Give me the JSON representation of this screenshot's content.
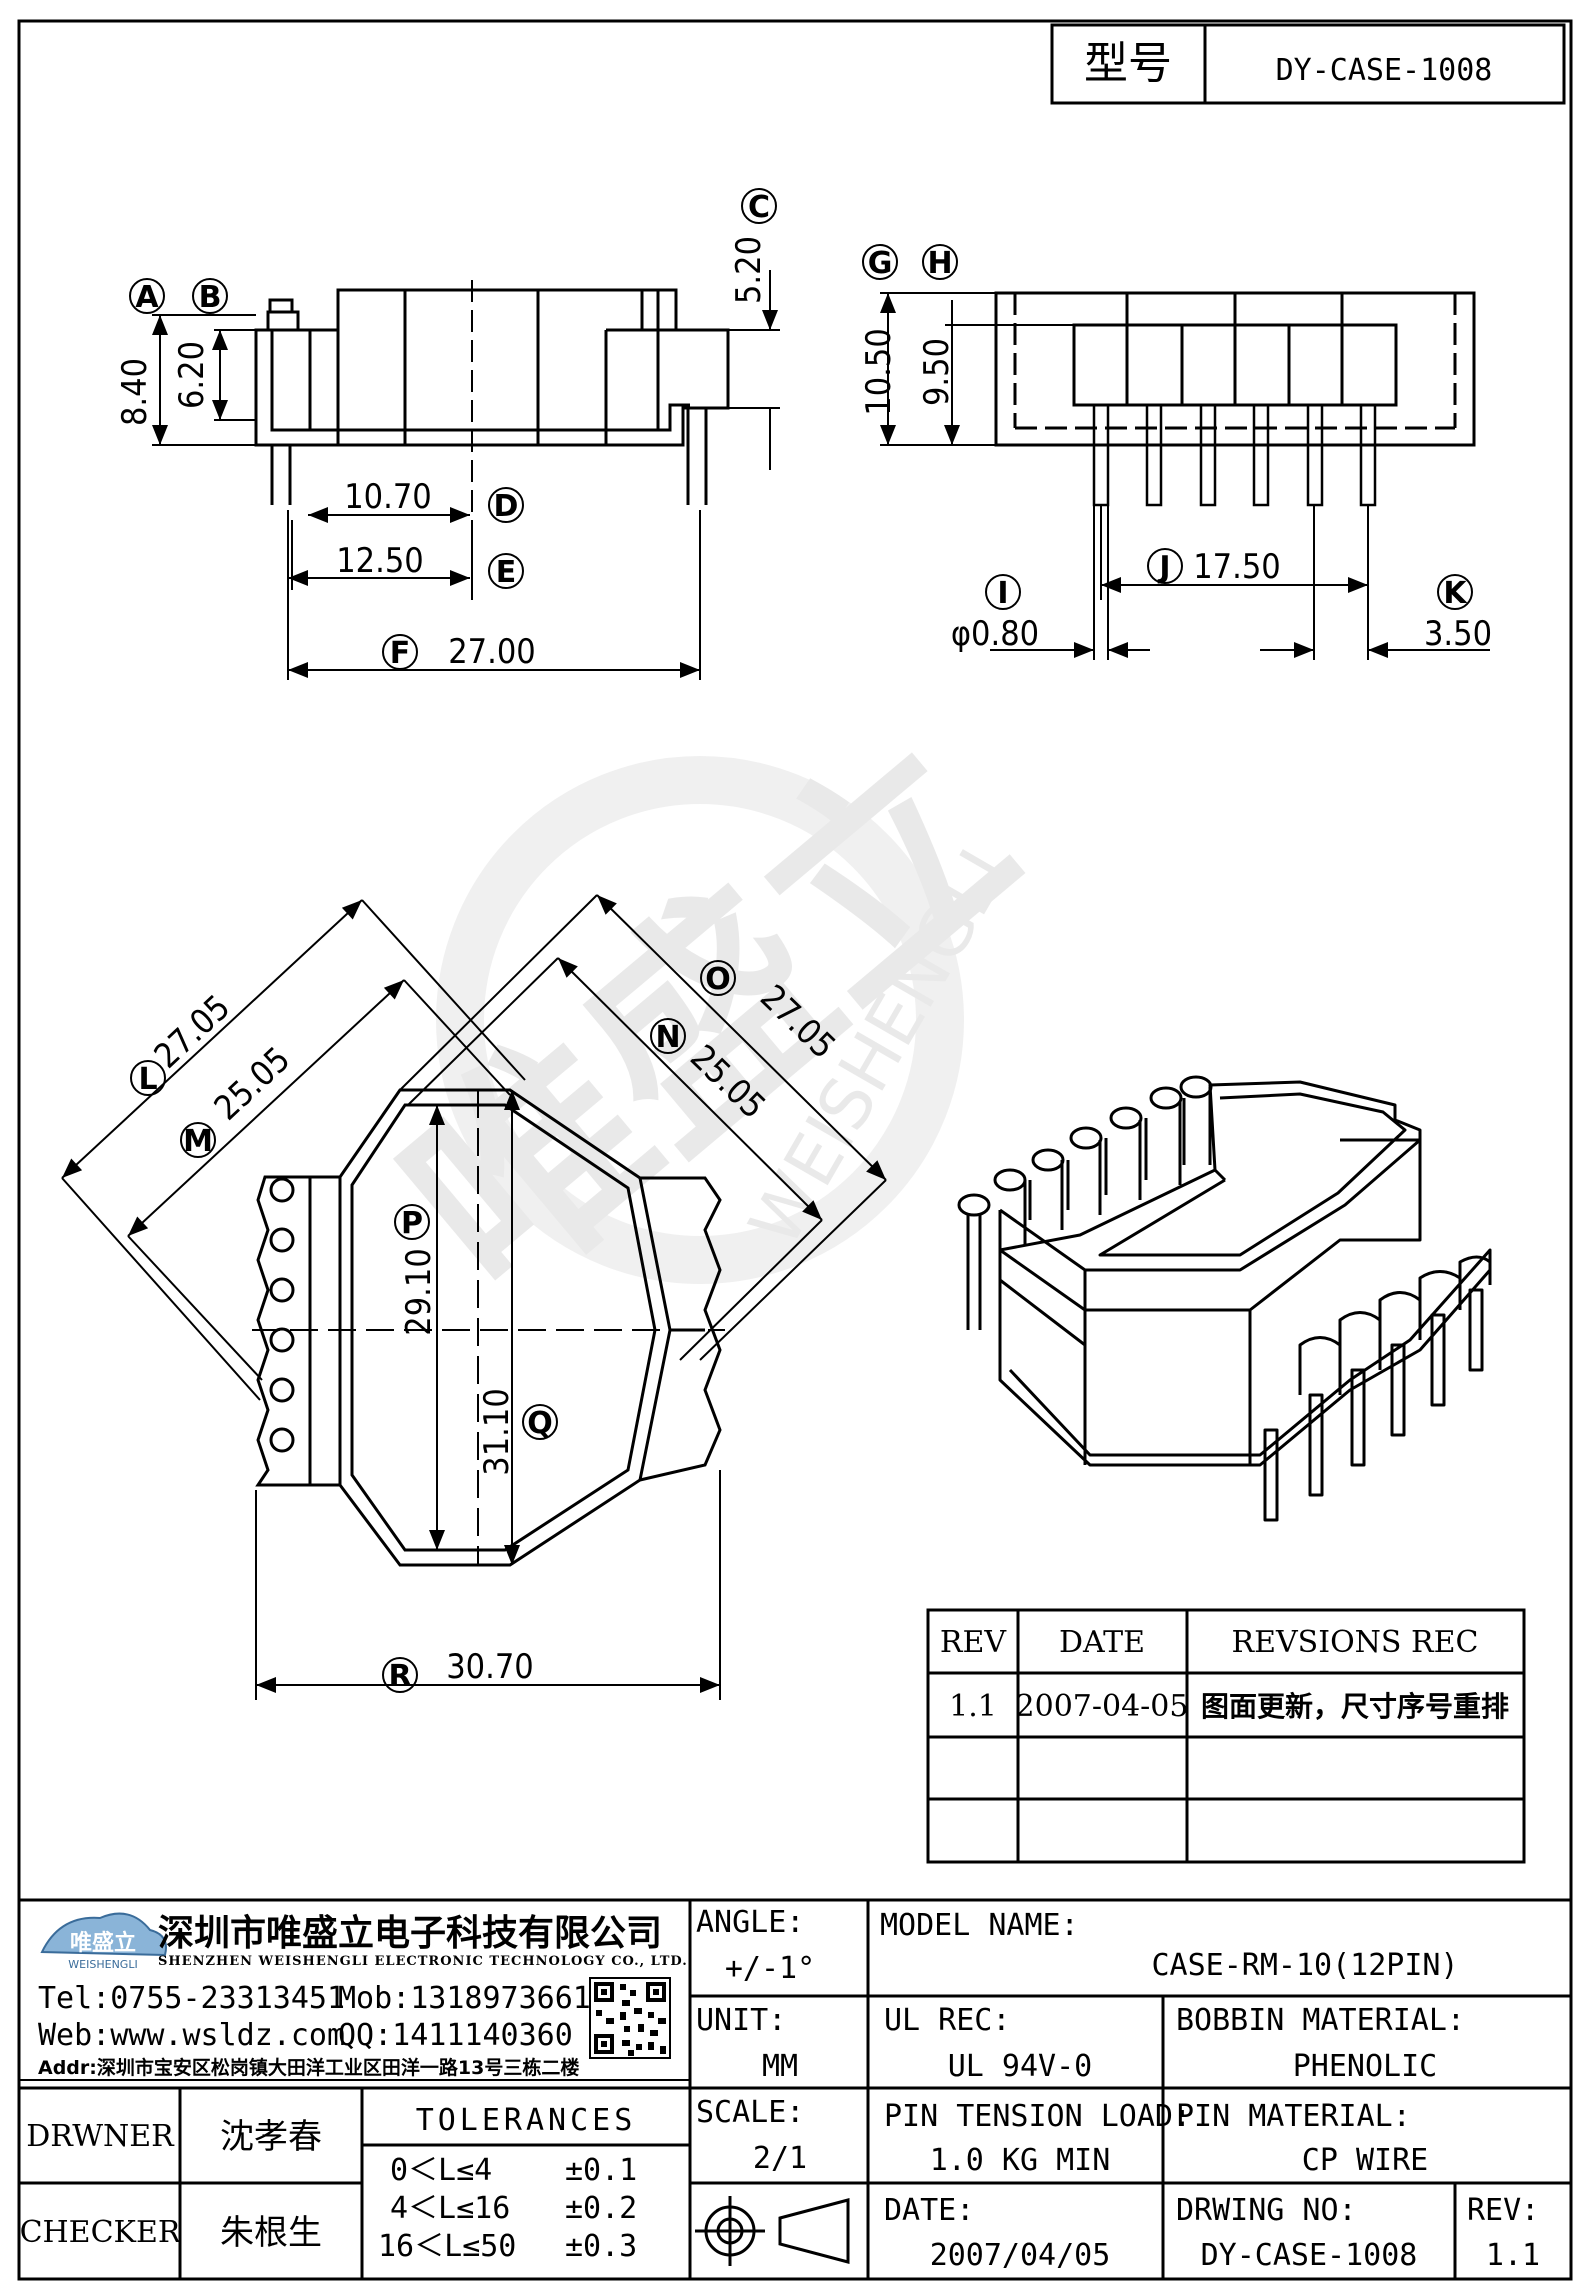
{
  "title_box": {
    "label": "型号",
    "value": "DY-CASE-1008"
  },
  "watermark": {
    "cn": "唯盛立",
    "en": "WEISHENGLI"
  },
  "dimensions": {
    "A": "A",
    "B": "B",
    "C": "C",
    "D": "D",
    "E": "E",
    "F": "F",
    "G": "G",
    "H": "H",
    "I": "I",
    "J": "J",
    "K": "K",
    "L": "L",
    "M": "M",
    "N": "N",
    "O": "O",
    "P": "P",
    "Q": "Q",
    "R": "R",
    "v840": "8.40",
    "v620": "6.20",
    "v520": "5.20",
    "v1070": "10.70",
    "v1250": "12.50",
    "v2700": "27.00",
    "v1050": "10.50",
    "v950": "9.50",
    "v080": "φ0.80",
    "v1750": "17.50",
    "v350": "3.50",
    "v2705a": "27.05",
    "v2505a": "25.05",
    "v2705b": "27.05",
    "v2505b": "25.05",
    "v2910": "29.10",
    "v3110": "31.10",
    "v3070": "30.70"
  },
  "revisions": {
    "headers": [
      "REV",
      "DATE",
      "REVSIONS REC"
    ],
    "rows": [
      [
        "1.1",
        "2007-04-05",
        "图面更新，尺寸序号重排"
      ],
      [
        "",
        "",
        ""
      ],
      [
        "",
        "",
        ""
      ]
    ]
  },
  "company": {
    "logo_cn": "唯盛立",
    "logo_en": "WEISHENGLI",
    "name_cn": "深圳市唯盛立电子科技有限公司",
    "name_en": "SHENZHEN WEISHENGLI ELECTRONIC TECHNOLOGY CO., LTD.",
    "tel": "Tel:0755-23313451",
    "mob": "Mob:13189736612",
    "web": "Web:www.wsldz.com",
    "qq": "QQ:1411140360",
    "addr": "Addr:深圳市宝安区松岗镇大田洋工业区田洋一路13号三栋二楼"
  },
  "title_block": {
    "drawer_label": "DRWNER",
    "drawer": "沈孝春",
    "checker_label": "CHECKER",
    "checker": "朱根生",
    "tolerances_label": "TOLERANCES",
    "tol1": "0＜L≤4",
    "tol1v": "±0.1",
    "tol2": "4＜L≤16",
    "tol2v": "±0.2",
    "tol3": "16＜L≤50",
    "tol3v": "±0.3",
    "angle_label": "ANGLE:",
    "angle": "+/-1°",
    "unit_label": "UNIT:",
    "unit": "MM",
    "scale_label": "SCALE:",
    "scale": "2/1",
    "model_label": "MODEL NAME:",
    "model": "CASE-RM-10(12PIN)",
    "ul_label": "UL REC:",
    "ul": "UL 94V-0",
    "bobbin_label": "BOBBIN MATERIAL:",
    "bobbin": "PHENOLIC",
    "pin_tension_label": "PIN TENSION LOAD:",
    "pin_tension": "1.0 KG MIN",
    "pin_material_label": "PIN MATERIAL:",
    "pin_material": "CP WIRE",
    "date_label": "DATE:",
    "date": "2007/04/05",
    "drawing_no_label": "DRWING NO:",
    "drawing_no": "DY-CASE-1008",
    "rev_label": "REV:",
    "rev": "1.1"
  }
}
